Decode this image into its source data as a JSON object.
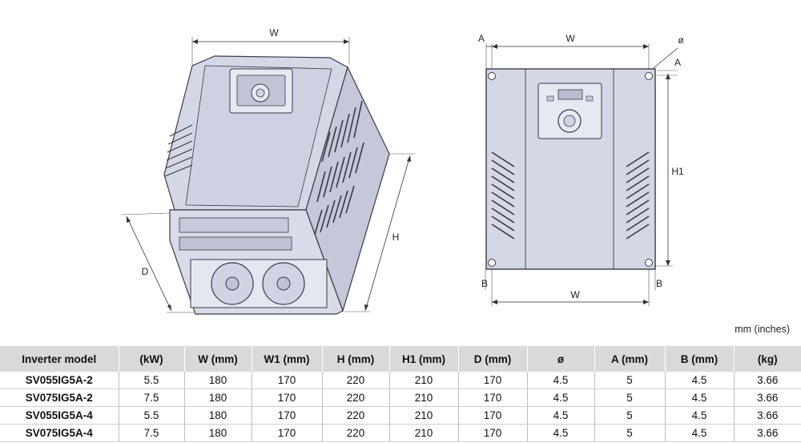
{
  "drawing": {
    "iso_labels": {
      "w": "W",
      "h": "H",
      "d": "D"
    },
    "front_labels": {
      "a_top": "A",
      "a_right": "A",
      "w_top": "W",
      "phi": "ø",
      "h1": "H1",
      "b_left": "B",
      "b_right": "B",
      "w_bottom": "W"
    },
    "colors": {
      "body": "#d4d7e6",
      "outline": "#3a3a45",
      "panel": "#c4c8da"
    }
  },
  "unit_note": "mm (inches)",
  "table": {
    "headers": [
      "Inverter model",
      "(kW)",
      "W (mm)",
      "W1 (mm)",
      "H (mm)",
      "H1 (mm)",
      "D (mm)",
      "ø",
      "A (mm)",
      "B (mm)",
      "(kg)"
    ],
    "rows": [
      [
        "SV055IG5A-2",
        "5.5",
        "180",
        "170",
        "220",
        "210",
        "170",
        "4.5",
        "5",
        "4.5",
        "3.66"
      ],
      [
        "SV075IG5A-2",
        "7.5",
        "180",
        "170",
        "220",
        "210",
        "170",
        "4.5",
        "5",
        "4.5",
        "3.66"
      ],
      [
        "SV055IG5A-4",
        "5.5",
        "180",
        "170",
        "220",
        "210",
        "170",
        "4.5",
        "5",
        "4.5",
        "3.66"
      ],
      [
        "SV075IG5A-4",
        "7.5",
        "180",
        "170",
        "220",
        "210",
        "170",
        "4.5",
        "5",
        "4.5",
        "3.66"
      ]
    ]
  }
}
